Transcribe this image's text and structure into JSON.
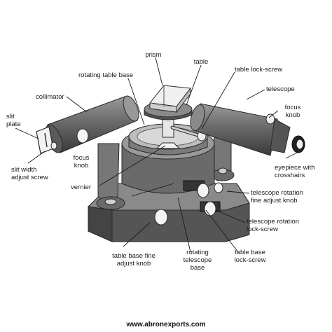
{
  "labels": {
    "prism": "prism",
    "table": "table",
    "rotating_table_base": "rotating table base",
    "table_lock_screw": "table lock-screw",
    "collimator": "collimator",
    "telescope": "telescope",
    "slit_plate": "slit\nplate",
    "focus_knob_right": "focus\nknob",
    "focus_knob_left": "focus\nknob",
    "slit_width_adjust_screw": "slit width\nadjust screw",
    "eyepiece_with_crosshairs": "eyepiece with\ncrosshairs",
    "vernier": "vernier",
    "telescope_rotation_fine_adjust_knob": "telescope rotation\nfine adjust knob",
    "telescope_rotation_lock_screw": "telescope rotation\nlock-screw",
    "table_base_fine_adjust_knob": "table base fine\nadjust knob",
    "rotating_telescope_base": "rotating\ntelescope\nbase",
    "table_base_lock_screw": "table base\nlock-screw"
  },
  "footer": "www.abronexports.com"
}
